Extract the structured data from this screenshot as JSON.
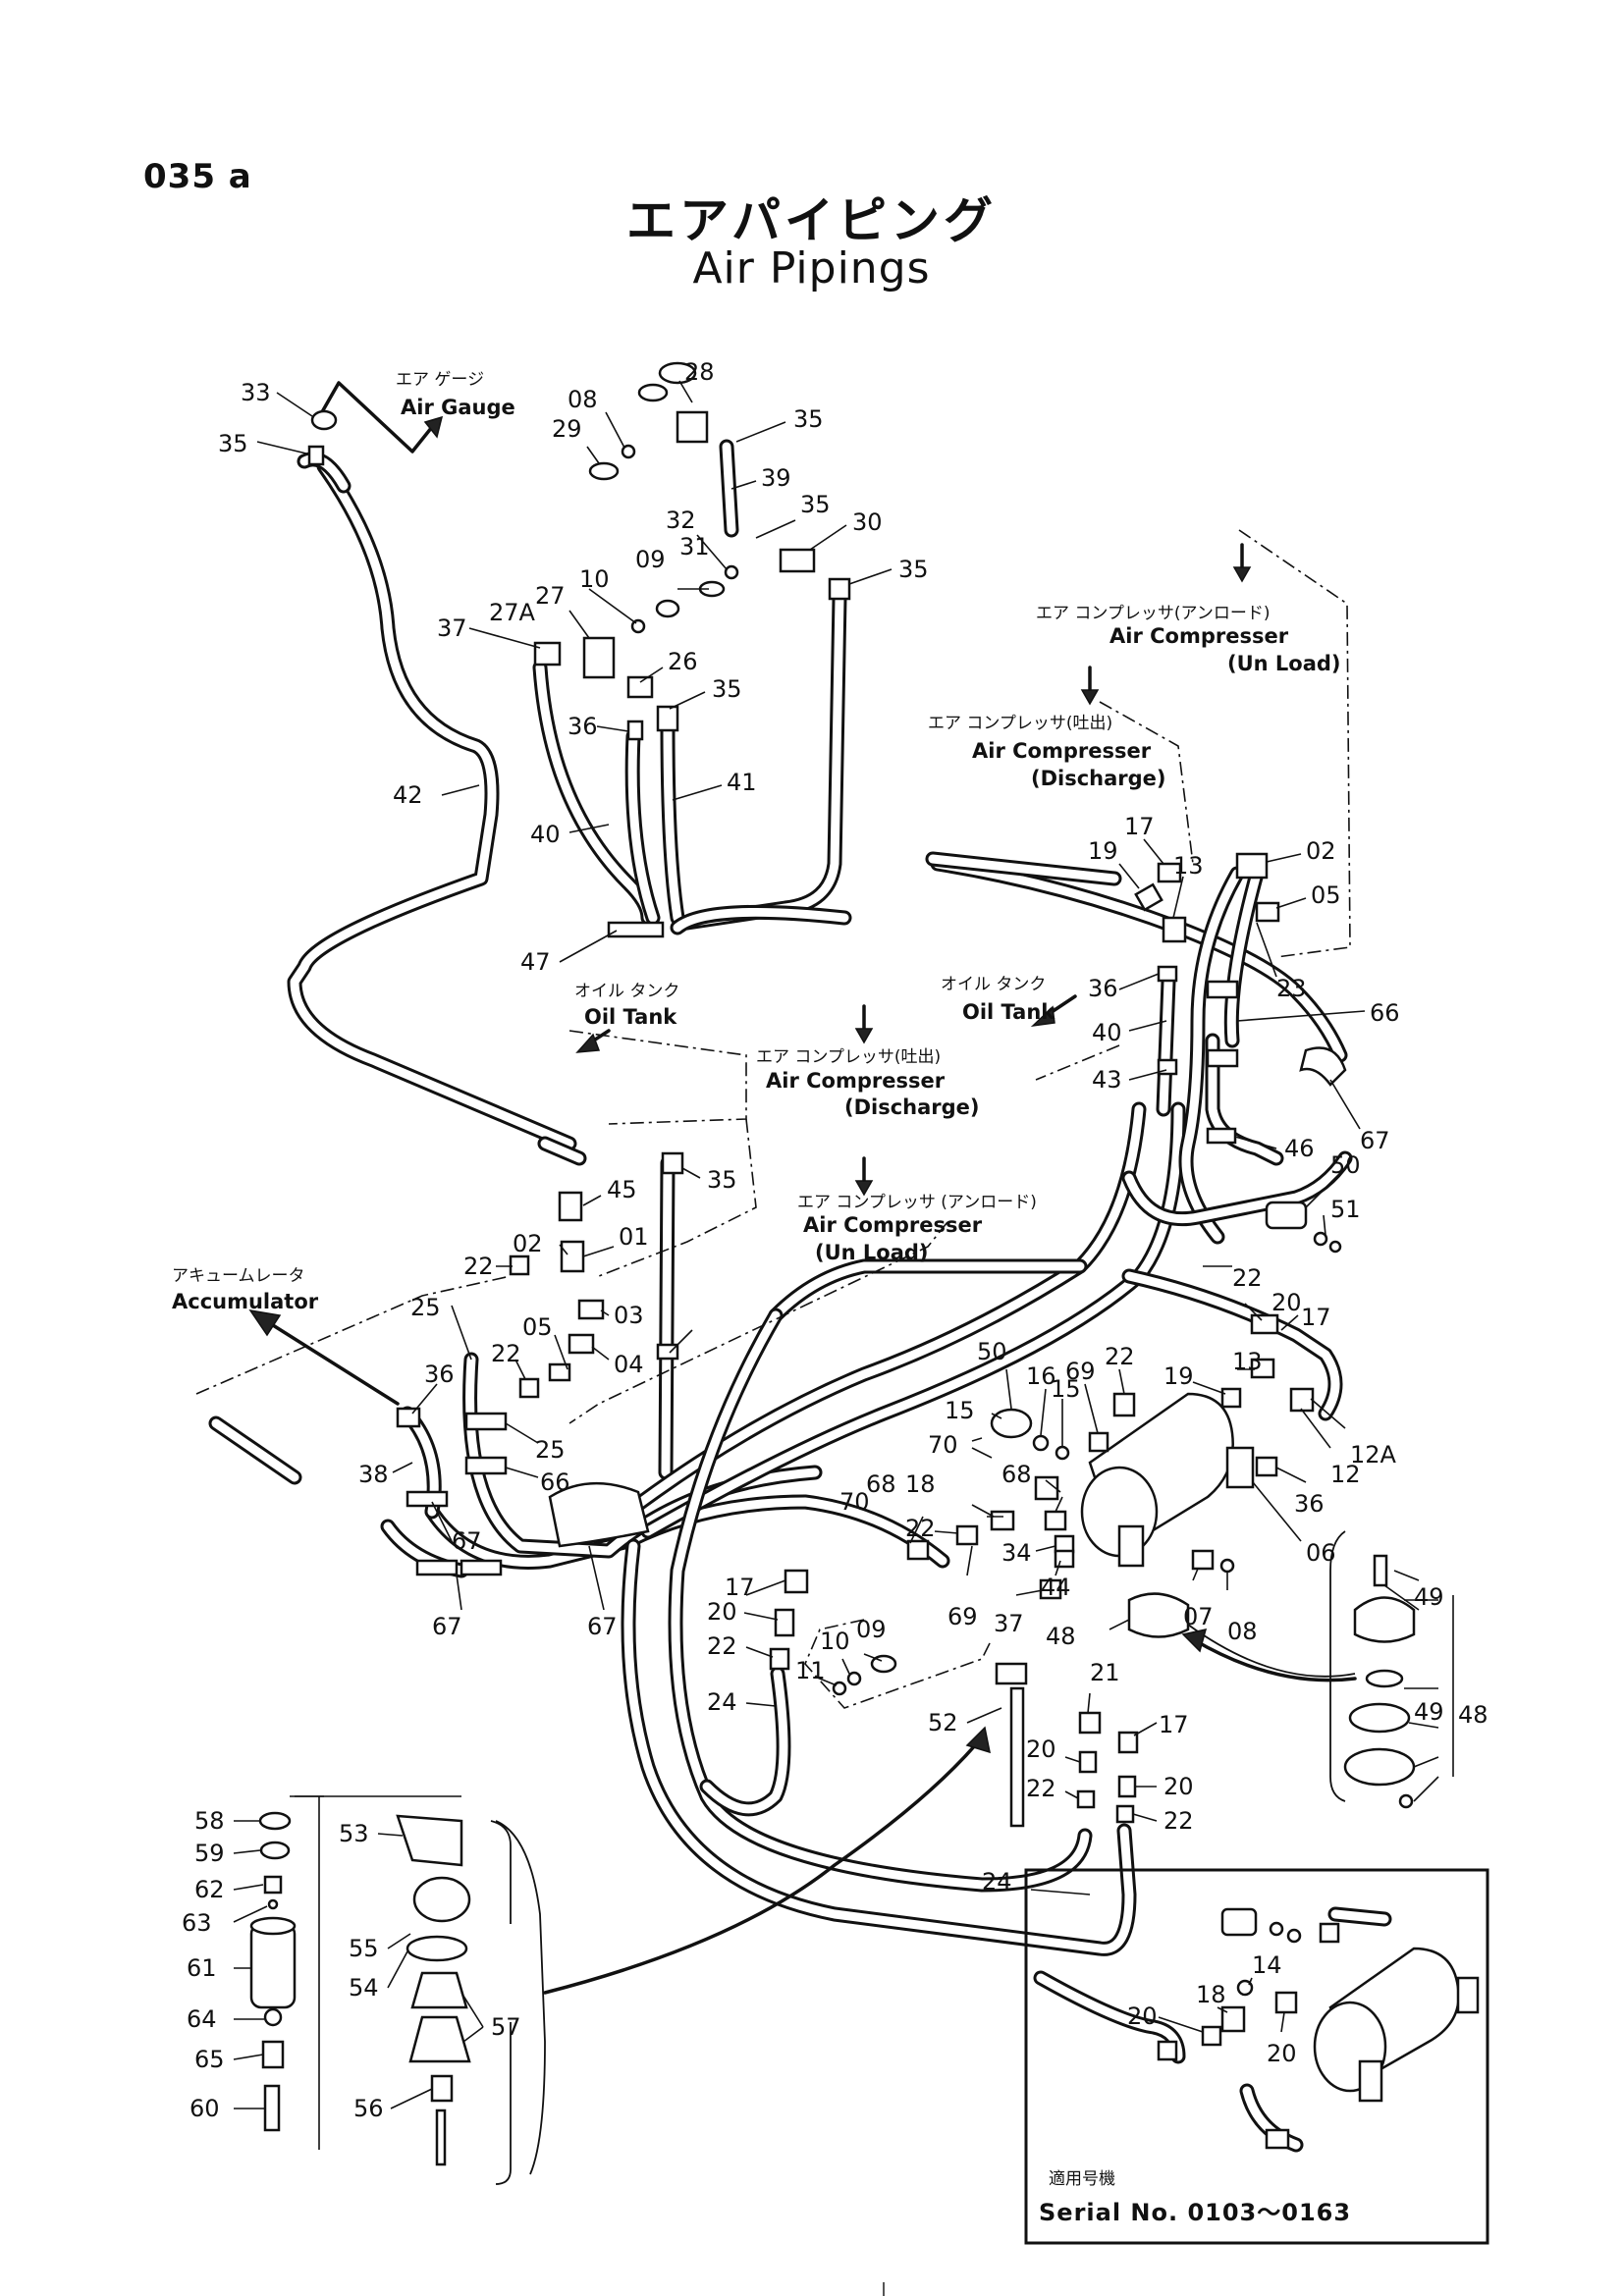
{
  "page_number": "035 a",
  "title_jp": "エアパイピング",
  "title_en": "Air Pipings",
  "annotations": {
    "air_gauge_jp": "エア ゲージ",
    "air_gauge_en": "Air Gauge",
    "comp_unload_right_jp": "エア コンプレッサ(アンロード)",
    "comp_unload_right_en1": "Air Compresser",
    "comp_unload_right_en2": "(Un Load)",
    "comp_discharge_right_jp": "エア コンプレッサ(吐出)",
    "comp_discharge_right_en1": "Air Compresser",
    "comp_discharge_right_en2": "(Discharge)",
    "oil_tank_right_jp": "オイル タンク",
    "oil_tank_right_en": "Oil Tank",
    "oil_tank_left_jp": "オイル タンク",
    "oil_tank_left_en": "Oil Tank",
    "comp_discharge_center_jp": "エア コンプレッサ(吐出)",
    "comp_discharge_center_en1": "Air Compresser",
    "comp_discharge_center_en2": "(Discharge)",
    "comp_unload_center_jp": "エア コンプレッサ (アンロード)",
    "comp_unload_center_en1": "Air Compresser",
    "comp_unload_center_en2": "(Un Load)",
    "accumulator_jp": "アキュームレータ",
    "accumulator_en": "Accumulator"
  },
  "inset": {
    "applicable_jp": "適用号機",
    "serial": "Serial No. 0103〜0163",
    "part_labels": [
      "14",
      "18",
      "20",
      "20"
    ]
  },
  "part_labels": [
    "33",
    "35",
    "28",
    "08",
    "29",
    "35",
    "39",
    "35",
    "32",
    "30",
    "09",
    "31",
    "35",
    "10",
    "27",
    "27A",
    "37",
    "26",
    "35",
    "36",
    "41",
    "42",
    "40",
    "47",
    "19",
    "17",
    "13",
    "02",
    "05",
    "23",
    "36",
    "66",
    "40",
    "43",
    "67",
    "46",
    "50",
    "51",
    "35",
    "45",
    "02",
    "01",
    "22",
    "25",
    "03",
    "05",
    "22",
    "04",
    "25",
    "66",
    "36",
    "38",
    "67",
    "67",
    "67",
    "22",
    "20",
    "17",
    "50",
    "16",
    "15",
    "69",
    "22",
    "19",
    "13",
    "15",
    "70",
    "18",
    "68",
    "12",
    "12A",
    "36",
    "70",
    "22",
    "68",
    "34",
    "06",
    "44",
    "69",
    "37",
    "07",
    "08",
    "48",
    "49",
    "49",
    "48",
    "17",
    "20",
    "22",
    "10",
    "09",
    "11",
    "24",
    "52",
    "21",
    "17",
    "20",
    "20",
    "22",
    "22",
    "24",
    "58",
    "59",
    "62",
    "63",
    "61",
    "64",
    "65",
    "60",
    "53",
    "55",
    "54",
    "57",
    "56"
  ]
}
